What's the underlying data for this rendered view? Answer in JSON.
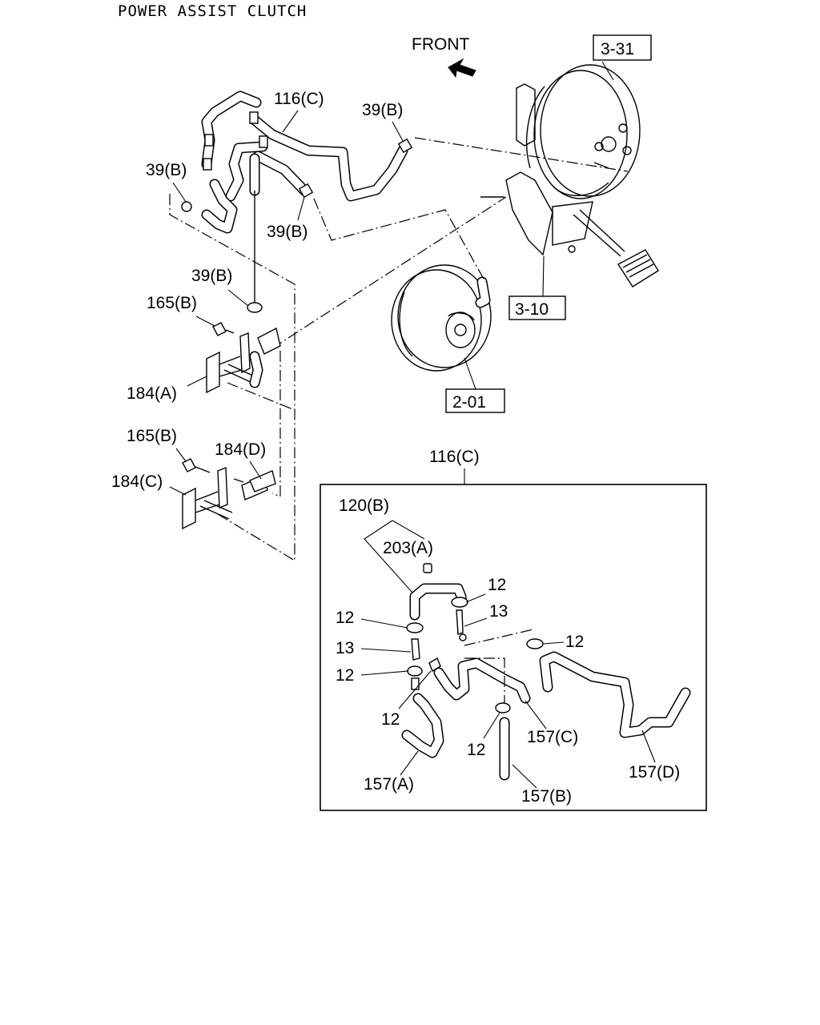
{
  "title": "POWER ASSIST CLUTCH",
  "front_label": "FRONT",
  "boxed_refs": [
    "3-31",
    "3-10",
    "2-01"
  ],
  "labels": {
    "hose_upper": "116(C)",
    "clip_top_right": "39(B)",
    "clip_left": "39(B)",
    "clip_mid": "39(B)",
    "clip_lower": "39(B)",
    "bolt_upper": "165(B)",
    "bracket_a": "184(A)",
    "bolt_lower": "165(B)",
    "bracket_d": "184(D)",
    "bracket_c": "184(C)",
    "detail_title": "116(C)",
    "pipe_120b": "120(B)",
    "cap_203a": "203(A)",
    "clip_12_a": "12",
    "conn_13_a": "13",
    "clip_12_b": "12",
    "clip_12_c": "12",
    "conn_13_b": "13",
    "clip_12_d": "12",
    "clip_12_e": "12",
    "clip_12_f": "12",
    "hose_157a": "157(A)",
    "hose_157b": "157(B)",
    "hose_157c": "157(C)",
    "hose_157d": "157(D)"
  }
}
